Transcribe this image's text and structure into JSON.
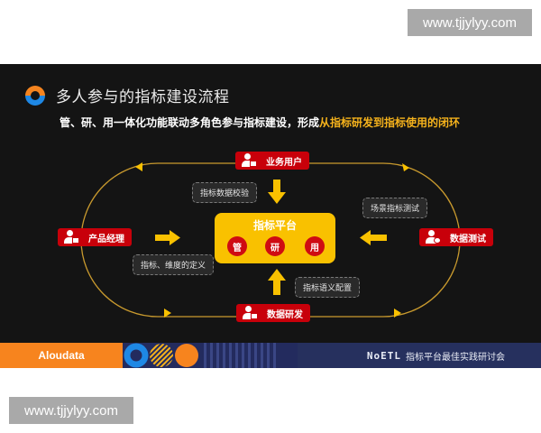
{
  "watermarks": {
    "top": "www.tjjylyy.com",
    "bottom": "www.tjjylyy.com"
  },
  "slide": {
    "title": "多人参与的指标建设流程",
    "subtitle_plain": "管、研、用一体化功能联动多角色参与指标建设，形成",
    "subtitle_highlight": "从指标研发到指标使用的闭环",
    "colors": {
      "background": "#141414",
      "role_red": "#c8000a",
      "platform_yellow": "#f9c100",
      "highlight": "#f5b21c",
      "loop_line": "#c99a2e"
    }
  },
  "diagram": {
    "platform": {
      "title": "指标平台",
      "pills": [
        "管",
        "研",
        "用"
      ]
    },
    "roles": {
      "top": {
        "label": "业务用户",
        "icon": "user-chat-icon"
      },
      "left": {
        "label": "产品经理",
        "icon": "user-manager-icon"
      },
      "right": {
        "label": "数据测试",
        "icon": "user-gear-icon"
      },
      "bottom": {
        "label": "数据研发",
        "icon": "user-chart-icon"
      }
    },
    "bubbles": {
      "top": "指标数据校验",
      "left": "指标、维度的定义",
      "right": "场景指标测试",
      "bottom": "指标语义配置"
    }
  },
  "footer": {
    "brand": "Aloudata",
    "event_logo": "NoETL",
    "event_title": "指标平台最佳实践研讨会"
  }
}
